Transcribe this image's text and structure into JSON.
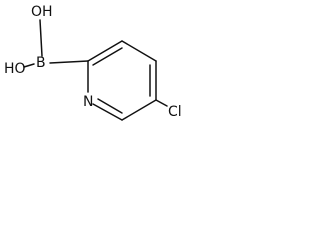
{
  "molecule": {
    "atoms": {
      "oh_top": "OH",
      "oh_left": "HO",
      "boron": "B",
      "nitrogen": "N",
      "chlorine": "Cl"
    }
  },
  "colors": {
    "bond": "#111111",
    "background": "#ffffff"
  }
}
